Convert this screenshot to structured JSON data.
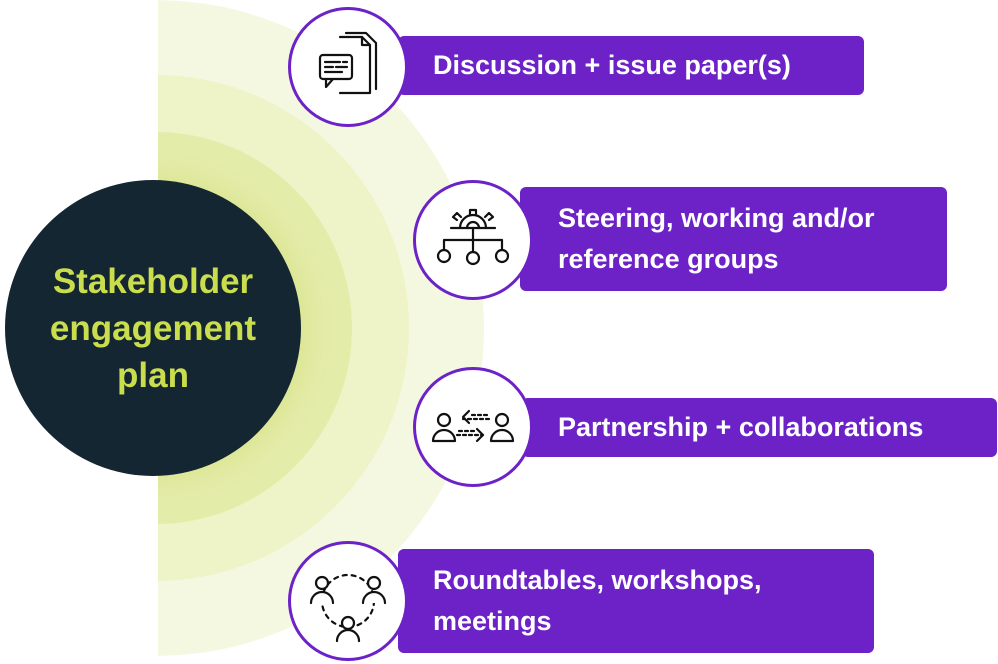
{
  "center": {
    "title": "Stakeholder\nengagement\nplan"
  },
  "items": [
    {
      "label": "Discussion + issue paper(s)",
      "icon": "discussion-paper-icon"
    },
    {
      "label": "Steering, working and/or\nreference groups",
      "icon": "org-chart-gear-icon"
    },
    {
      "label": "Partnership + collaborations",
      "icon": "partnership-arrows-icon"
    },
    {
      "label": "Roundtables, workshops,\nmeetings",
      "icon": "roundtable-people-icon"
    }
  ],
  "colors": {
    "hub": "#132631",
    "hub_text": "#c9dd4d",
    "pill": "#6c22c7",
    "pill_text": "#ffffff",
    "glow": "#e4ecaa"
  }
}
